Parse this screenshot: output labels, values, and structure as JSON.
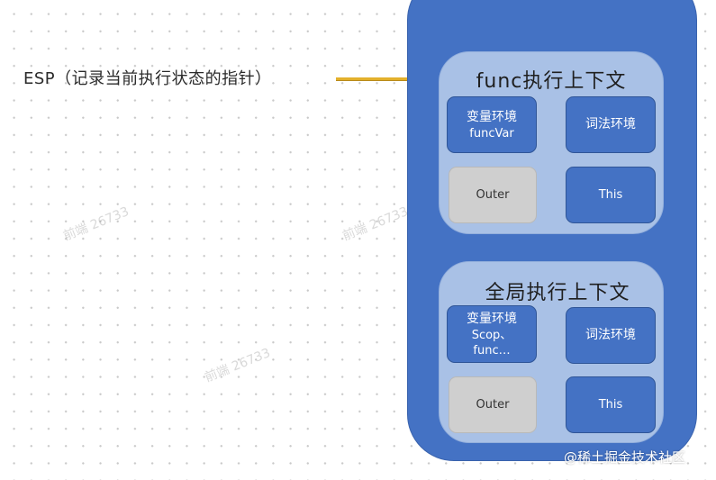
{
  "esp_label": "ESP（记录当前执行状态的指针）",
  "func_context": {
    "title": "func执行上下文",
    "variable_env": {
      "label": "变量环境",
      "detail": "funcVar"
    },
    "lexical_env": "词法环境",
    "outer": "Outer",
    "this": "This"
  },
  "global_context": {
    "title": "全局执行上下文",
    "variable_env": {
      "label": "变量环境",
      "detail_line1": "Scop、",
      "detail_line2": "func…"
    },
    "lexical_env": "词法环境",
    "outer": "Outer",
    "this": "This"
  },
  "watermark_text": "前端 26733",
  "site_watermark": "@稀土掘金技术社区",
  "colors": {
    "stack_blue": "#4472c4",
    "context_light_blue": "#a9c1e6",
    "outer_gray": "#cfcfcf",
    "pointer_gold": "#e3b02b"
  }
}
